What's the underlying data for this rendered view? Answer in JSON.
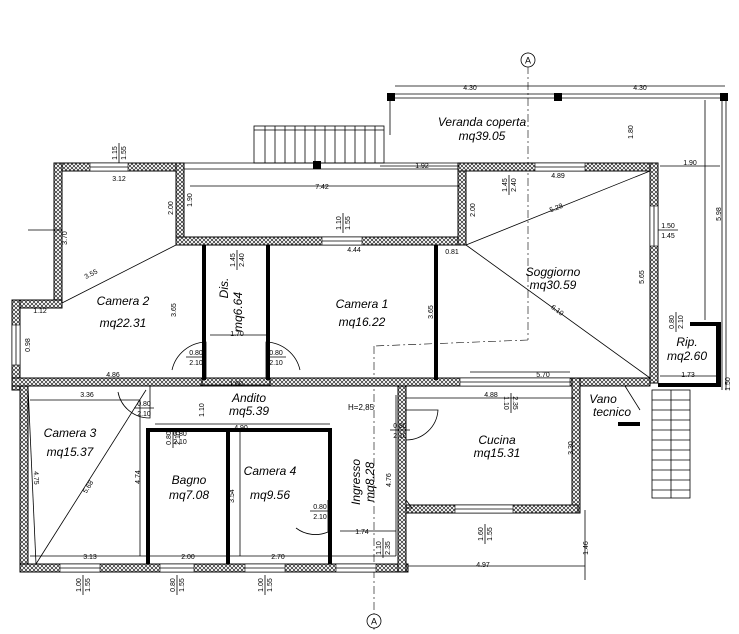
{
  "section_marker": "A",
  "ceiling_height": "H=2,85",
  "rooms": {
    "veranda": {
      "name": "Veranda coperta",
      "area": "mq39.05"
    },
    "camera2": {
      "name": "Camera 2",
      "area": "mq22.31"
    },
    "dis": {
      "name": "Dis.",
      "area": "mq6.64"
    },
    "camera1": {
      "name": "Camera 1",
      "area": "mq16.22"
    },
    "soggiorno": {
      "name": "Soggiorno",
      "area": "mq30.59"
    },
    "rip": {
      "name": "Rip.",
      "area": "mq2.60"
    },
    "andito": {
      "name": "Andito",
      "area": "mq5.39"
    },
    "camera3": {
      "name": "Camera 3",
      "area": "mq15.37"
    },
    "bagno": {
      "name": "Bagno",
      "area": "mq7.08"
    },
    "camera4": {
      "name": "Camera 4",
      "area": "mq9.56"
    },
    "ingresso": {
      "name": "Ingresso",
      "area": "mq8.28"
    },
    "cucina": {
      "name": "Cucina",
      "area": "mq15.31"
    },
    "vano": {
      "name": "Vano",
      "name2": "tecnico"
    }
  },
  "openings": {
    "o1": {
      "w": "1.15",
      "h": "1.55"
    },
    "o2": {
      "w": "1.45",
      "h": "2.40"
    },
    "o3": {
      "w": "1.10",
      "h": "1.55"
    },
    "o4": {
      "w": "1.45",
      "h": "2.40"
    },
    "o5": {
      "w": "1.50",
      "h": "1.45"
    },
    "o6": {
      "w": "0.80",
      "h": "2.10"
    },
    "o7": {
      "w": "0.80",
      "h": "2.10"
    },
    "o8": {
      "w": "0.80",
      "h": "2.10"
    },
    "o9": {
      "w": "0.80",
      "h": "2.10"
    },
    "o10": {
      "w": "0.80",
      "h": "2.10"
    },
    "o11": {
      "w": "0.80",
      "h": "2.10"
    },
    "o12": {
      "w": "0.80",
      "h": "2.10"
    },
    "o13": {
      "w": "2.35",
      "h": "1.10"
    },
    "o14": {
      "w": "1.60",
      "h": "1.55"
    },
    "o15": {
      "w": "1.10",
      "h": "2.35"
    },
    "o16": {
      "w": "1.00",
      "h": "1.55"
    },
    "o17": {
      "w": "0.80",
      "h": "1.55"
    },
    "o18": {
      "w": "1.00",
      "h": "1.55"
    },
    "o19": {
      "w": "0.80",
      "h": "2.10"
    }
  },
  "dimensions": {
    "d_veranda_left": "4.30",
    "d_veranda_right": "4.30",
    "d_180": "1.80",
    "d_192": "1.92",
    "d_190_top": "1.90",
    "d_598": "5.98",
    "d_312": "3.12",
    "d_742": "7.42",
    "d_489": "4.89",
    "d_528": "5.28",
    "d_200a": "2.00",
    "d_190": "1.90",
    "d_200b": "2.00",
    "d_370": "3.70",
    "d_444": "4.44",
    "d_081": "0.81",
    "d_355": "3.55",
    "d_365a": "3.65",
    "d_365b": "3.65",
    "d_565": "5.65",
    "d_610": "6.10",
    "d_112": "1.12",
    "d_170": "1.70",
    "d_098": "0.98",
    "d_486": "4.86",
    "d_160": "1.60",
    "d_570": "5.70",
    "d_173": "1.73",
    "d_150": "1.50",
    "d_336": "3.36",
    "d_488": "4.88",
    "d_110": "1.10",
    "d_490": "4.90",
    "d_330": "3.30",
    "d_475": "4.75",
    "d_568": "5.68",
    "d_474": "4.74",
    "d_354": "3.54",
    "d_476": "4.76",
    "d_174": "1.74",
    "d_146": "1.46",
    "d_313": "3.13",
    "d_200c": "2.00",
    "d_270": "2.70",
    "d_497": "4.97"
  }
}
